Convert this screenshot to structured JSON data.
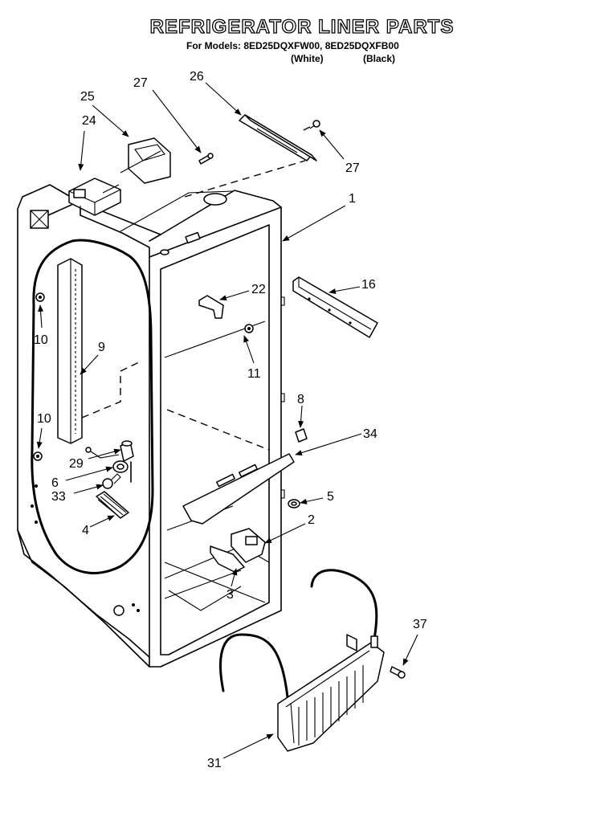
{
  "header": {
    "title": "REFRIGERATOR LINER PARTS",
    "models_line": "For Models: 8ED25DQXFW00, 8ED25DQXFB00",
    "variant_white": "(White)",
    "variant_black": "(Black)"
  },
  "callouts": {
    "c1": "1",
    "c2": "2",
    "c3": "3",
    "c4": "4",
    "c5": "5",
    "c6": "6",
    "c8": "8",
    "c9": "9",
    "c10a": "10",
    "c10b": "10",
    "c11": "11",
    "c16": "16",
    "c22": "22",
    "c24": "24",
    "c25": "25",
    "c26": "26",
    "c27a": "27",
    "c27b": "27",
    "c29": "29",
    "c31": "31",
    "c33": "33",
    "c34": "34",
    "c37": "37"
  }
}
